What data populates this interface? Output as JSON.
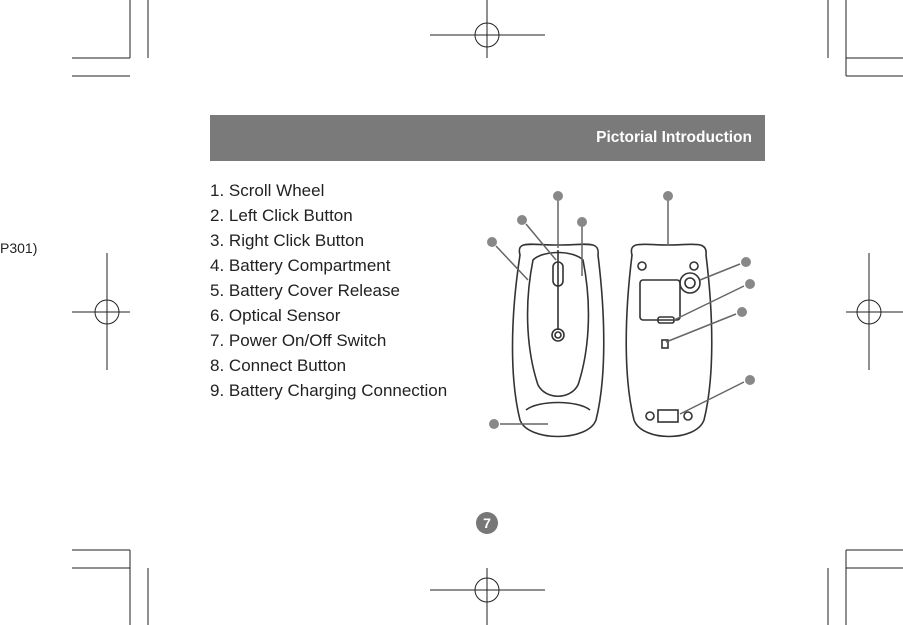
{
  "header": {
    "title": "Pictorial Introduction"
  },
  "side_code": "P301)",
  "features": [
    {
      "number": "1.",
      "label": "Scroll Wheel"
    },
    {
      "number": "2.",
      "label": "Left Click Button"
    },
    {
      "number": "3.",
      "label": "Right Click Button"
    },
    {
      "number": "4.",
      "label": "Battery Compartment"
    },
    {
      "number": "5.",
      "label": "Battery Cover Release"
    },
    {
      "number": "6.",
      "label": "Optical Sensor"
    },
    {
      "number": "7.",
      "label": "Power On/Off Switch"
    },
    {
      "number": "8.",
      "label": "Connect Button"
    },
    {
      "number": "9.",
      "label": "Battery Charging Connection"
    }
  ],
  "page_number": "7",
  "colors": {
    "header_bar": "#7a7a7a",
    "page_badge": "#777777",
    "text": "#222222"
  }
}
